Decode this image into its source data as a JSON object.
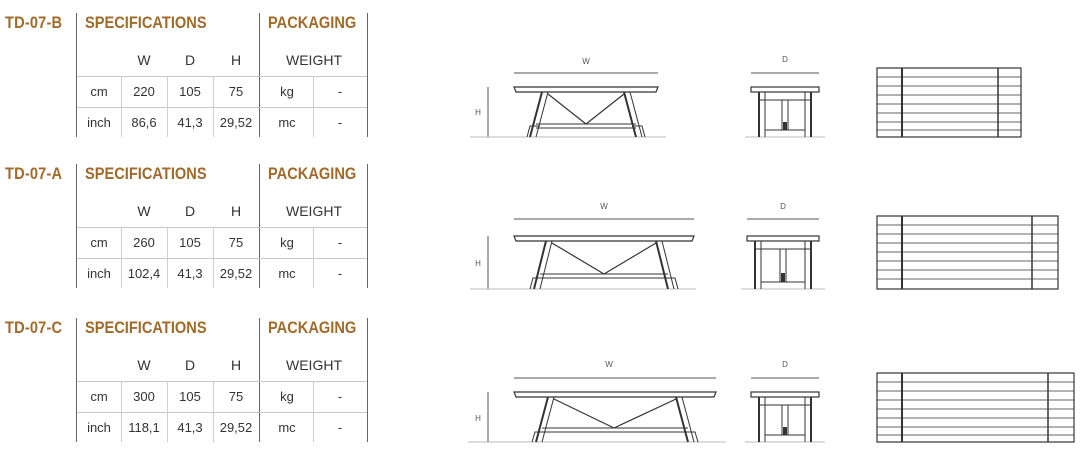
{
  "products": [
    {
      "code": "TD-07-B",
      "specifications_label": "SPECIFICATIONS",
      "packaging_label": "PACKAGING",
      "columns": [
        "W",
        "D",
        "H"
      ],
      "weight_label": "WEIGHT",
      "rows": [
        {
          "unit": "cm",
          "w": "220",
          "d": "105",
          "h": "75",
          "pack_unit": "kg",
          "pack_value": "-"
        },
        {
          "unit": "inch",
          "w": "86,6",
          "d": "41,3",
          "h": "29,52",
          "pack_unit": "mc",
          "pack_value": "-"
        }
      ],
      "drawing_labels": {
        "width": "W",
        "depth": "D",
        "height": "H"
      }
    },
    {
      "code": "TD-07-A",
      "specifications_label": "SPECIFICATIONS",
      "packaging_label": "PACKAGING",
      "columns": [
        "W",
        "D",
        "H"
      ],
      "weight_label": "WEIGHT",
      "rows": [
        {
          "unit": "cm",
          "w": "260",
          "d": "105",
          "h": "75",
          "pack_unit": "kg",
          "pack_value": "-"
        },
        {
          "unit": "inch",
          "w": "102,4",
          "d": "41,3",
          "h": "29,52",
          "pack_unit": "mc",
          "pack_value": "-"
        }
      ],
      "drawing_labels": {
        "width": "W",
        "depth": "D",
        "height": "H"
      }
    },
    {
      "code": "TD-07-C",
      "specifications_label": "SPECIFICATIONS",
      "packaging_label": "PACKAGING",
      "columns": [
        "W",
        "D",
        "H"
      ],
      "weight_label": "WEIGHT",
      "rows": [
        {
          "unit": "cm",
          "w": "300",
          "d": "105",
          "h": "75",
          "pack_unit": "kg",
          "pack_value": "-"
        },
        {
          "unit": "inch",
          "w": "118,1",
          "d": "41,3",
          "h": "29,52",
          "pack_unit": "mc",
          "pack_value": "-"
        }
      ],
      "drawing_labels": {
        "width": "W",
        "depth": "D",
        "height": "H"
      }
    }
  ],
  "colors": {
    "accent": "#a06a2a",
    "text": "#333333",
    "line": "#666666"
  }
}
